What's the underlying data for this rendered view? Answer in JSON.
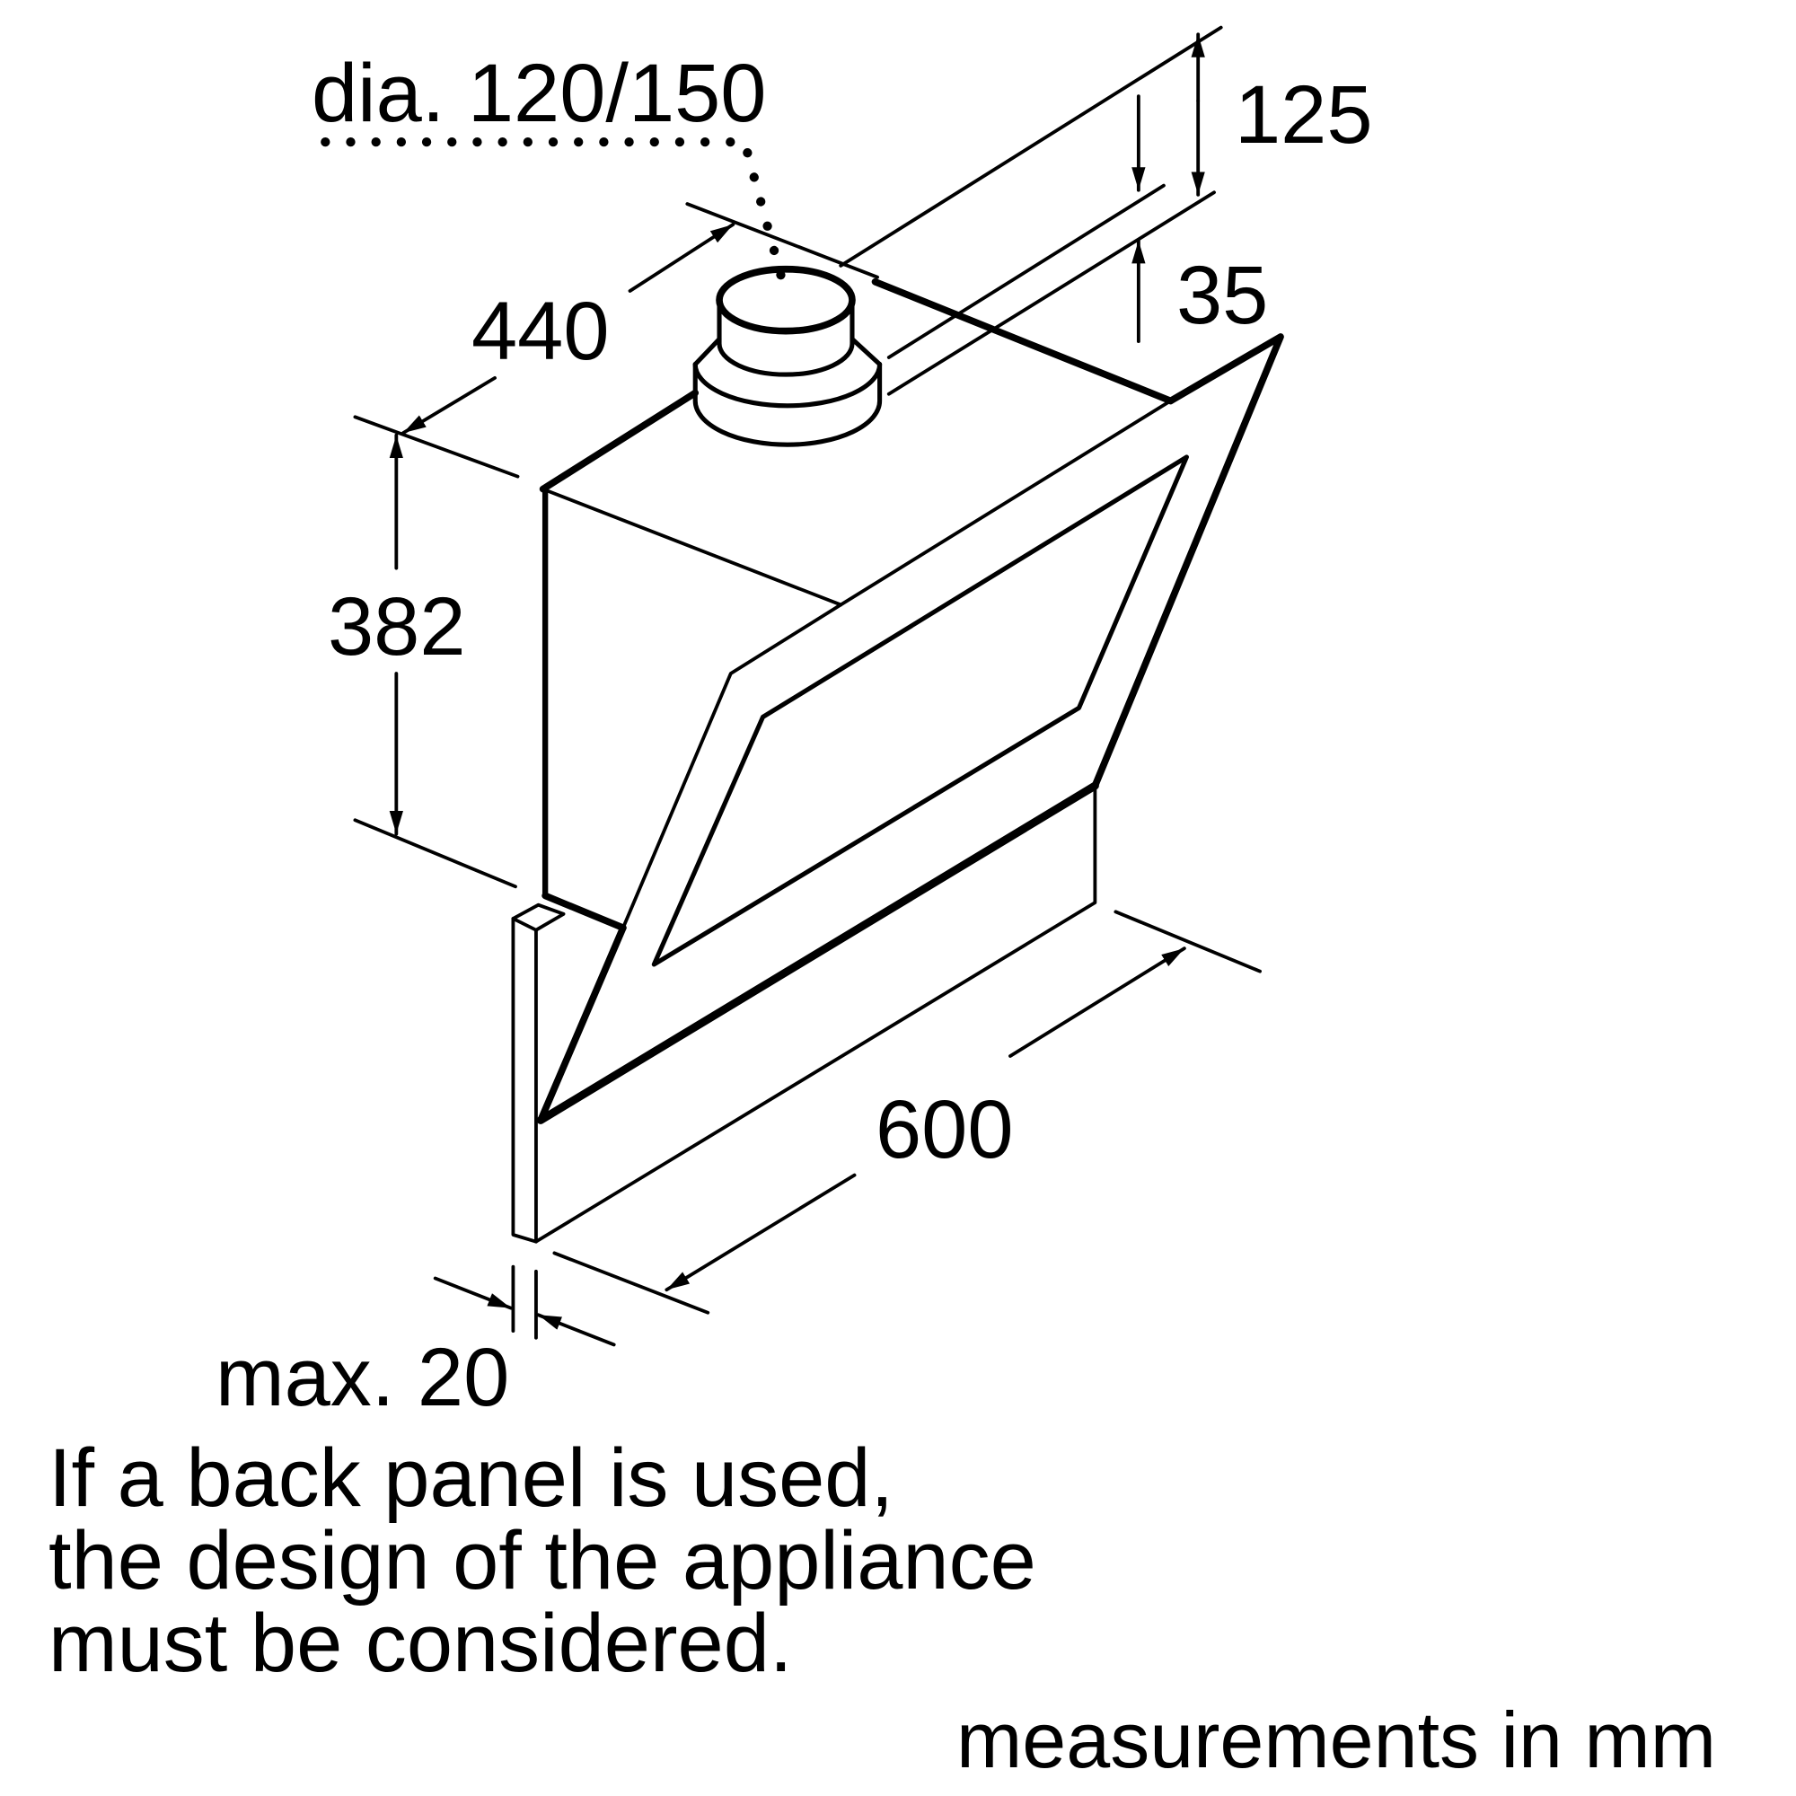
{
  "diagram": {
    "subject": "Angled wall-mounted cooker hood, isometric dimension drawing",
    "dimensions": {
      "duct_diameter": "dia. 120/150",
      "depth": "440",
      "chimney_height": "382",
      "width": "600",
      "top_offset": "125",
      "top_gap": "35",
      "back_panel_gap": "max. 20"
    },
    "note_lines": [
      "If a back panel is used,",
      "the design of the appliance",
      "must be considered."
    ],
    "units_label": "measurements in mm",
    "colors": {
      "line": "#000000",
      "background": "#ffffff"
    }
  }
}
